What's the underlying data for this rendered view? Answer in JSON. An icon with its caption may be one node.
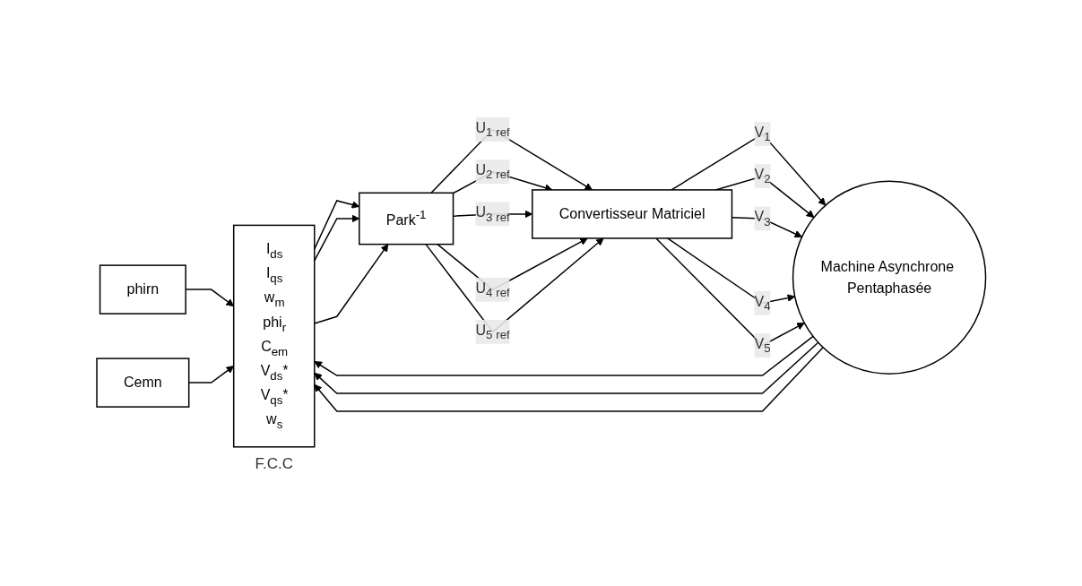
{
  "diagram": {
    "nodes": [
      {
        "text": [
          "phirn"
        ]
      },
      {
        "text": [
          "Cemn"
        ]
      },
      {
        "text": [
          "I$_{ds}$",
          "I$_{qs}$",
          "w$_{m}$",
          "phi$_{r}$",
          "C$_{em}$",
          "V$_{ds}$*",
          "V$_{qs}$*",
          "w$_{s}$"
        ],
        "beside": [
          "F.C.C"
        ]
      },
      {
        "text": [
          "Park$^{-1}$"
        ]
      },
      {
        "text": [
          "Convertisseur Matriciel"
        ]
      },
      {
        "text": [
          "Machine Asynchrone Pentaphasée"
        ]
      }
    ],
    "edges": [
      {
        "from": 0,
        "to": 2,
        "arrow": "to"
      },
      {
        "from": 1,
        "to": 2,
        "arrow": "to"
      },
      {
        "from": 2,
        "to": 3,
        "arrow": "to"
      },
      {
        "from": 2,
        "to": 3,
        "arrow": "to"
      },
      {
        "from": 2,
        "to": 3,
        "arrow": "to"
      },
      {
        "from": 3,
        "to": 4,
        "arrow": "to",
        "label": "U$_{1 ref}$"
      },
      {
        "from": 3,
        "to": 4,
        "arrow": "to",
        "label": "U$_{2 ref}$"
      },
      {
        "from": 3,
        "to": 4,
        "arrow": "to",
        "label": "U$_{3 ref}$"
      },
      {
        "from": 3,
        "to": 4,
        "arrow": "to",
        "label": "U$_{4 ref}$"
      },
      {
        "from": 3,
        "to": 4,
        "arrow": "to",
        "label": "U$_{5 ref}$"
      },
      {
        "from": 4,
        "to": 5,
        "arrow": "to",
        "label": "V$_{1}$"
      },
      {
        "from": 4,
        "to": 5,
        "arrow": "to",
        "label": "V$_{2}$"
      },
      {
        "from": 4,
        "to": 5,
        "arrow": "to",
        "label": "V$_{3}$"
      },
      {
        "from": 4,
        "to": 5,
        "arrow": "to",
        "label": "V$_{4}$"
      },
      {
        "from": 4,
        "to": 5,
        "arrow": "to",
        "label": "V$_{5}$"
      },
      {
        "from": 5,
        "to": 2,
        "arrow": "to"
      },
      {
        "from": 5,
        "to": 2,
        "arrow": "to"
      },
      {
        "from": 5,
        "to": 2,
        "arrow": "to"
      }
    ]
  }
}
